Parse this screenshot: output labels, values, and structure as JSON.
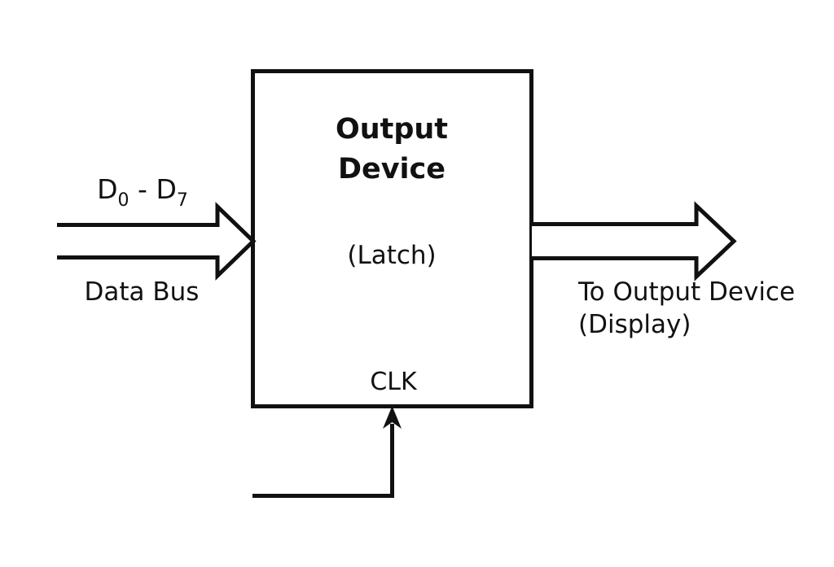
{
  "diagram": {
    "title": "Output Device (Latch) block diagram",
    "background_color": "#ffffff",
    "line_color": "#111111",
    "block": {
      "title_line1": "Output",
      "title_line2": "Device",
      "subtitle": "(Latch)",
      "clock_label": "CLK"
    },
    "input": {
      "signal_label_prefix": "D",
      "signal_label_sub_start": "0",
      "signal_label_separator": " - ",
      "signal_label_sub_end": "7",
      "bus_name": "Data Bus",
      "arrow_style": "hollow-block-arrow",
      "direction": "right"
    },
    "output": {
      "label_line1": "To Output Device",
      "label_line2": "(Display)",
      "arrow_style": "hollow-block-arrow",
      "direction": "right"
    },
    "clock": {
      "label": "CLK",
      "arrow_style": "thin-line-arrow",
      "direction": "up"
    }
  }
}
